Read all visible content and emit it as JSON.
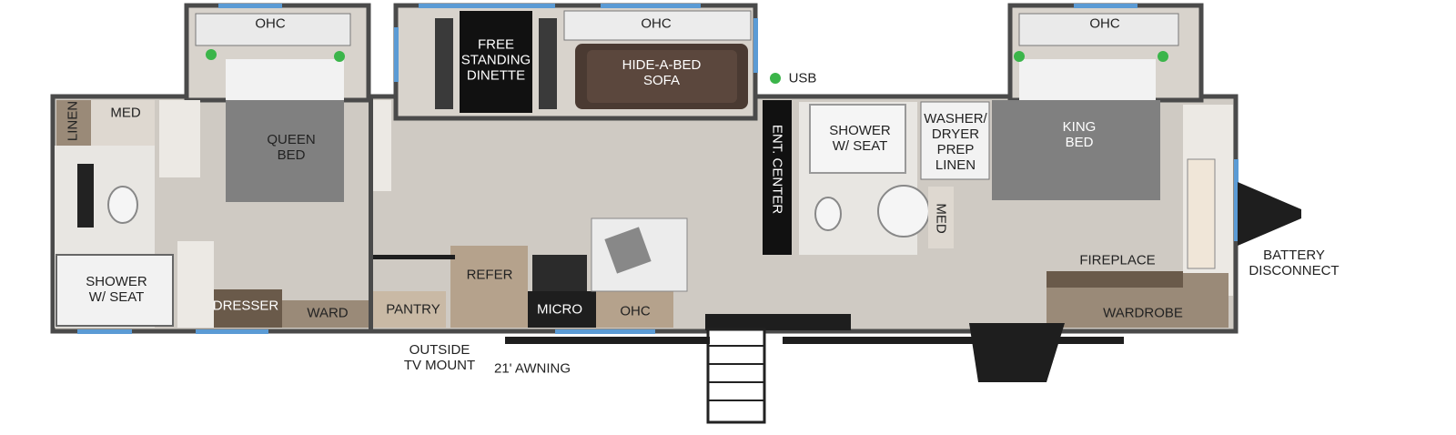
{
  "colors": {
    "wall": "#4a4a4a",
    "floor": "#cfcac3",
    "bed": "#808080",
    "cabinet": "#9a8a78",
    "window": "#5b9bd5",
    "outlet": "#3bb54a",
    "dark": "#1c1c1c",
    "sofa": "#4a3a32"
  },
  "labels": {
    "ohc_front": "OHC",
    "ohc_slide": "OHC",
    "ohc_rear": "OHC",
    "ohc_kitchen": "OHC",
    "queen_bed": "QUEEN\nBED",
    "king_bed": "KING\nBED",
    "dinette": "FREE\nSTANDING\nDINETTE",
    "sofa": "HIDE-A-BED\nSOFA",
    "usb": "USB",
    "linen_rear": "LINEN",
    "med_rear": "MED",
    "shower_rear": "SHOWER\nW/ SEAT",
    "dresser": "DRESSER",
    "ward_rear": "WARD",
    "pantry": "PANTRY",
    "refer": "REFER",
    "micro": "MICRO",
    "ent_center": "ENT. CENTER",
    "shower_mid": "SHOWER\nW/ SEAT",
    "washer": "WASHER/\nDRYER\nPREP\nLINEN",
    "med_mid": "MED",
    "fireplace": "FIREPLACE",
    "wardrobe": "WARDROBE",
    "battery": "BATTERY\nDISCONNECT",
    "outside_tv": "OUTSIDE\nTV MOUNT",
    "awning": "21' AWNING"
  }
}
